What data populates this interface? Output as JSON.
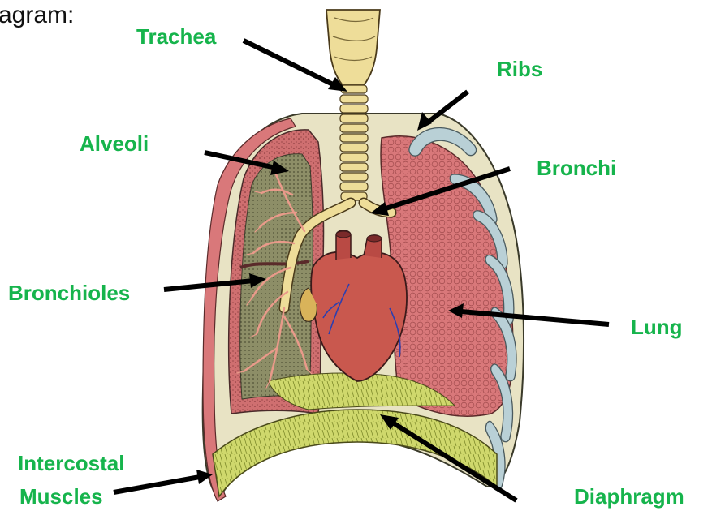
{
  "intro_text": "agram:",
  "labels": {
    "trachea": "Trachea",
    "ribs": "Ribs",
    "alveoli": "Alveoli",
    "bronchi": "Bronchi",
    "bronchioles": "Bronchioles",
    "lung": "Lung",
    "intercostal_line1": "Intercostal",
    "intercostal_line2": "Muscles",
    "diaphragm": "Diaphragm"
  },
  "colors": {
    "label": "#16b44c",
    "arrow": "#000000",
    "lung_tissue": "#d9787a",
    "pleura_fill": "#8a8c64",
    "bronchial_tree": "#eedd99",
    "heart": "#c9584e",
    "ribs": "#b9d0d6",
    "diaphragm": "#c9d96a"
  }
}
